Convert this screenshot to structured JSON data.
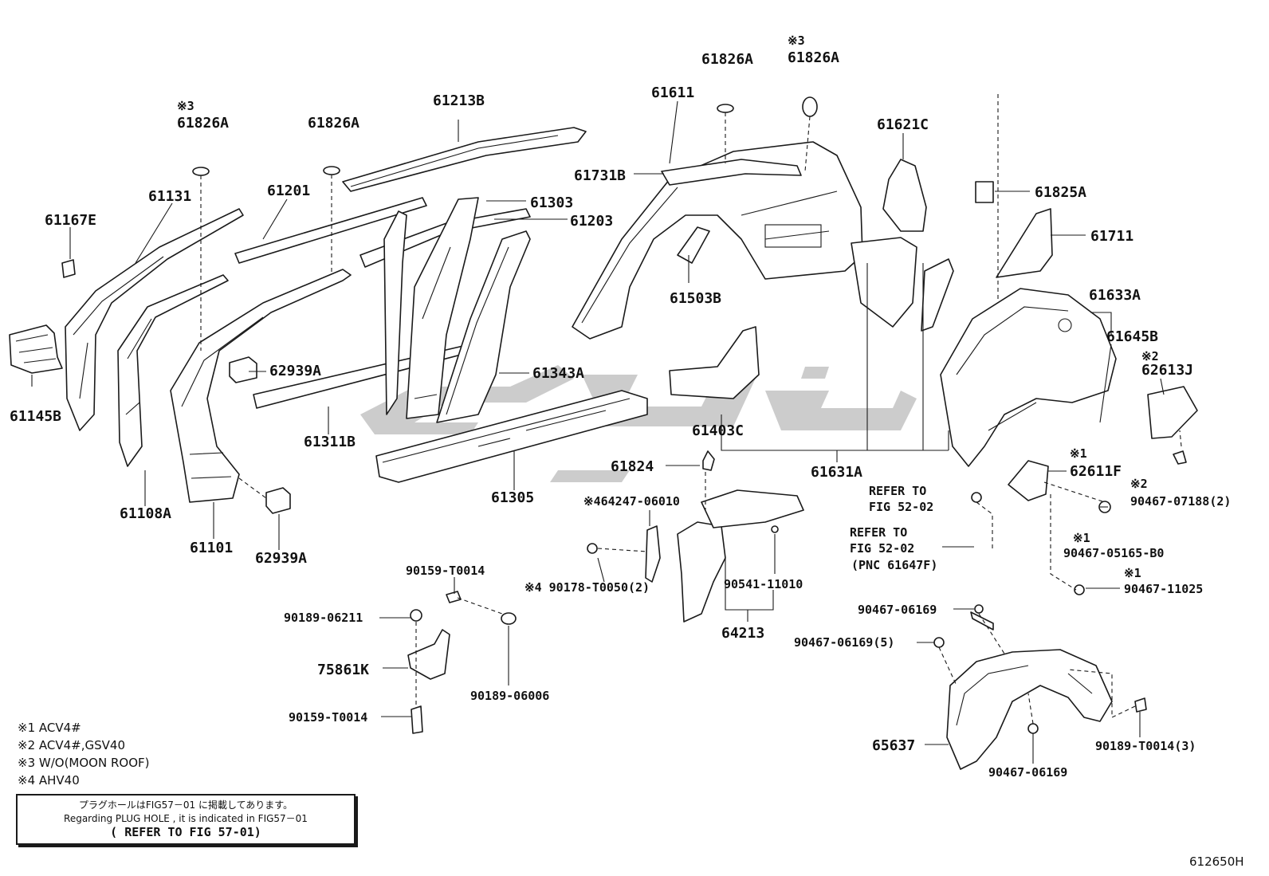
{
  "labels": {
    "p61826a_note1": "※3",
    "p61826a_1": "61826A",
    "p61826a_2": "61826A",
    "p61826a_3": "61826A",
    "p61826a_note4": "※3",
    "p61826a_4": "61826A",
    "p61167e": "61167E",
    "p61131": "61131",
    "p61201": "61201",
    "p61213b": "61213B",
    "p61303": "61303",
    "p61203": "61203",
    "p61611": "61611",
    "p61731b": "61731B",
    "p61621c": "61621C",
    "p61825a": "61825A",
    "p61711": "61711",
    "p61503b": "61503B",
    "p61633a": "61633A",
    "p61645b": "61645B",
    "p62613j_note": "※2",
    "p62613j": "62613J",
    "p61145b": "61145B",
    "p62939a_1": "62939A",
    "p61343a": "61343A",
    "p61311b": "61311B",
    "p61403c": "61403C",
    "p61108a": "61108A",
    "p61101": "61101",
    "p62939a_2": "62939A",
    "p61305": "61305",
    "p61824": "61824",
    "p61631a": "61631A",
    "p62611f_note": "※1",
    "p62611f": "62611F",
    "p64247": "※464247-06010",
    "refer1_l1": "REFER TO",
    "refer1_l2": "FIG 52-02",
    "p90467_07188_note": "※2",
    "p90467_07188": "90467-07188(2)",
    "refer2_l1": "REFER TO",
    "refer2_l2": "FIG 52-02",
    "refer2_l3": "(PNC 61647F)",
    "p90467_05165_note": "※1",
    "p90467_05165": "90467-05165-B0",
    "p90159_t0014_top": "90159-T0014",
    "p90178": "※4 90178-T0050(2)",
    "p90541": "90541-11010",
    "p90467_11025_note": "※1",
    "p90467_11025": "90467-11025",
    "p90189_06211": "90189-06211",
    "p64213": "64213",
    "p90467_06169_a": "90467-06169",
    "p90467_06169_b": "90467-06169(5)",
    "p75861k": "75861K",
    "p90189_06006": "90189-06006",
    "p90159_t0014_bot": "90159-T0014",
    "p65637": "65637",
    "p90189_t0014": "90189-T0014(3)",
    "p90467_06169_c": "90467-06169"
  },
  "legend": [
    "※1 ACV4#",
    "※2 ACV4#,GSV40",
    "※3 W/O(MOON ROOF)",
    "※4 AHV40"
  ],
  "notice": {
    "japanese": "プラグホールはFIG57－01 に掲載してあります。",
    "english": "Regarding PLUG HOLE , it is indicated in FIG57－01",
    "reference": "( REFER TO FIG 57-01)"
  },
  "figure_code": "612650H"
}
